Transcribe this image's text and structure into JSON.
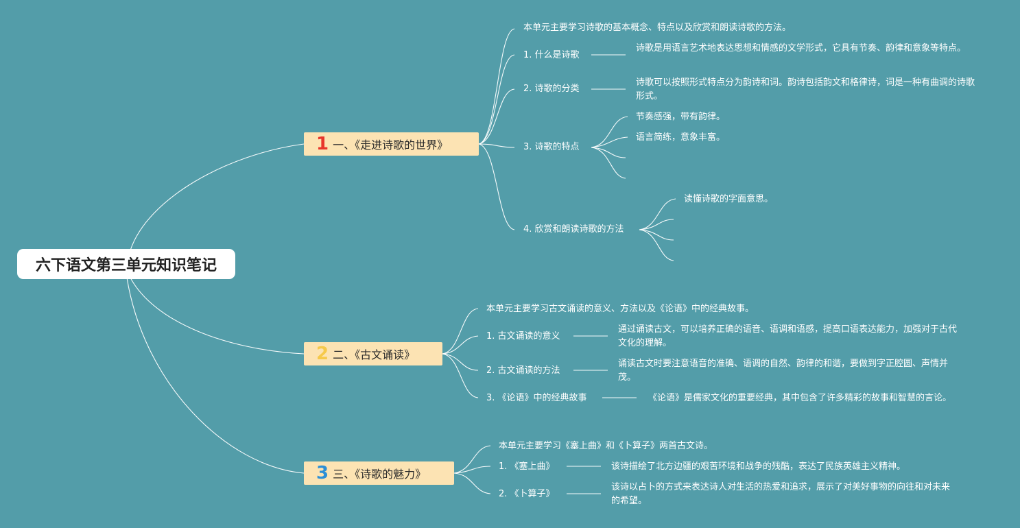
{
  "root": "六下语文第三单元知识笔记",
  "colors": {
    "background": "#539da9",
    "branch_fill": "#fce3b3",
    "num1": "#e8352b",
    "num2": "#f6c94a",
    "num3": "#2d8fd6"
  },
  "b1": {
    "num": "1",
    "label": "一、《走进诗歌的世界》",
    "intro": "本单元主要学习诗歌的基本概念、特点以及欣赏和朗读诗歌的方法。",
    "s1": {
      "label": "1. 什么是诗歌",
      "text": "诗歌是用语言艺术地表达思想和情感的文学形式，它具有节奏、韵律和意象等特点。"
    },
    "s2": {
      "label": "2. 诗歌的分类",
      "text": "诗歌可以按照形式特点分为韵诗和词。韵诗包括韵文和格律诗，词是一种有曲调的诗歌形式。"
    },
    "s3": {
      "label": "3. 诗歌的特点",
      "c1": "节奏感强，带有韵律。",
      "c2": "语言简练，意象丰富。"
    },
    "s4": {
      "label": "4. 欣赏和朗读诗歌的方法",
      "c1": "读懂诗歌的字面意思。"
    }
  },
  "b2": {
    "num": "2",
    "label": "二、《古文诵读》",
    "intro": "本单元主要学习古文诵读的意义、方法以及《论语》中的经典故事。",
    "s1": {
      "label": "1. 古文诵读的意义",
      "text": "通过诵读古文，可以培养正确的语音、语调和语感，提高口语表达能力，加强对于古代文化的理解。"
    },
    "s2": {
      "label": "2. 古文诵读的方法",
      "text": "诵读古文时要注意语音的准确、语调的自然、韵律的和谐，要做到字正腔圆、声情并茂。"
    },
    "s3": {
      "label": "3. 《论语》中的经典故事",
      "text": "《论语》是儒家文化的重要经典，其中包含了许多精彩的故事和智慧的言论。"
    }
  },
  "b3": {
    "num": "3",
    "label": "三、《诗歌的魅力》",
    "intro": "本单元主要学习《塞上曲》和《卜算子》两首古文诗。",
    "s1": {
      "label": "1. 《塞上曲》",
      "text": "该诗描绘了北方边疆的艰苦环境和战争的残酷，表达了民族英雄主义精神。"
    },
    "s2": {
      "label": "2. 《卜算子》",
      "text": "该诗以占卜的方式来表达诗人对生活的热爱和追求，展示了对美好事物的向往和对未来的希望。"
    }
  }
}
